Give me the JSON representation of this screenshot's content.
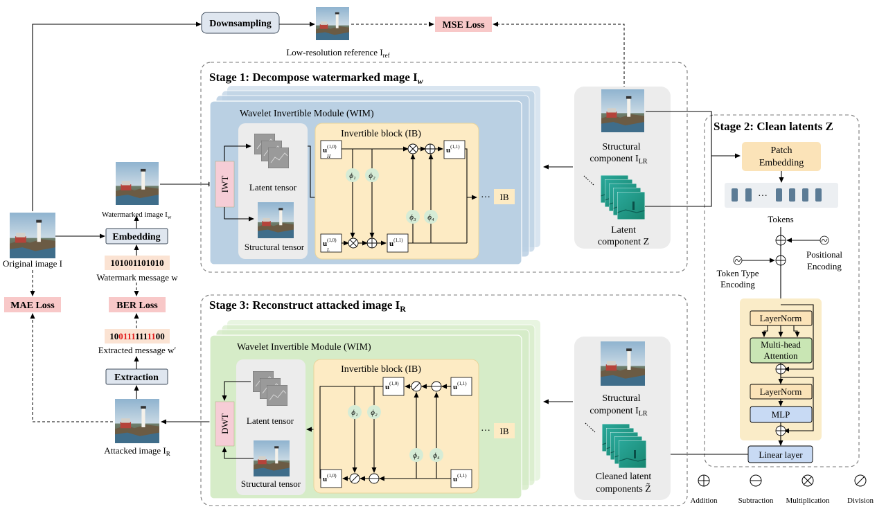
{
  "nodes": {
    "downsampling": "Downsampling",
    "mse_loss": "MSE Loss",
    "low_res_ref": "Low-resolution reference I",
    "low_res_ref_sub": "ref",
    "original_image": "Original image I",
    "watermarked_image": "Watermarked image I",
    "watermarked_image_sub": "w",
    "embedding": "Embedding",
    "watermark_bits": "101001101010",
    "watermark_message": "Watermark message w",
    "mae_loss": "MAE Loss",
    "ber_loss": "BER Loss",
    "extracted_bits_prefix": "10",
    "extracted_bits_red": "0111",
    "extracted_bits_mid": "111",
    "extracted_bits_red2": "11",
    "extracted_bits_suffix": "00",
    "extracted_message": "Extracted message w′",
    "extraction": "Extraction",
    "attacked_image": "Attacked image I",
    "attacked_image_sub": "R"
  },
  "stage1": {
    "title": "Stage 1: Decompose watermarked mage I",
    "title_sub": "w",
    "wim_title": "Wavelet Invertible Module (WIM)",
    "iwt": "IWT",
    "latent_tensor": "Latent tensor",
    "structural_tensor": "Structural tensor",
    "ib_title": "Invertible block (IB)",
    "ib": "IB",
    "ellipsis": "···",
    "structural_component": "Structural",
    "structural_component2": "component I",
    "structural_component_sub": "LR",
    "latent_component": "Latent",
    "latent_component2": "component Z"
  },
  "stage2": {
    "title": "Stage 2: Clean latents Z",
    "patch_embedding_1": "Patch",
    "patch_embedding_2": "Embedding",
    "tokens": "Tokens",
    "positional_1": "Positional",
    "positional_2": "Encoding",
    "token_type_1": "Token Type",
    "token_type_2": "Encoding",
    "layernorm": "LayerNorm",
    "mha_1": "Multi-head",
    "mha_2": "Attention",
    "mlp": "MLP",
    "linear": "Linear layer"
  },
  "stage3": {
    "title": "Stage 3: Reconstruct attacked image I",
    "title_sub": "R",
    "wim_title": "Wavelet Invertible Module  (WIM)",
    "dwt": "DWT",
    "latent_tensor": "Latent tensor",
    "structural_tensor": "Structural tensor",
    "ib_title": "Invertible block (IB)",
    "ib": "IB",
    "ellipsis": "···",
    "structural_component": "Structural",
    "structural_component2": "component I",
    "structural_component_sub": "LR",
    "cleaned_1": "Cleaned latent",
    "cleaned_2": "components Z̃"
  },
  "ops": {
    "phi1": "ϕ₁",
    "phi2": "ϕ₂",
    "phi3": "ϕ₃",
    "phi4": "ϕ₄",
    "u_h_in": "u",
    "u_h_in_sup": "(1,0)",
    "u_h_in_sub": "H",
    "u_l_in": "u",
    "u_l_in_sup": "(1,0)",
    "u_l_in_sub": "L",
    "u_h_out_sup": "(1,1)",
    "u_l_out_sup": "(1,1)"
  },
  "legend": {
    "addition": "Addition",
    "subtraction": "Subtraction",
    "multiplication": "Multiplication",
    "division": "Division"
  },
  "colors": {
    "loss_fill": "#f8c8c8",
    "bits_fill": "#fbe3d3",
    "op_box": "#dfe6ef",
    "stage1_card": "#bad0e3",
    "stage3_card": "#d6ecc8",
    "ib_fill": "#fdebc4",
    "tensor_panel": "#ececec",
    "phi_fill": "#d6ecd6",
    "iwt_fill": "#f6cdd6",
    "mha_fill": "#c9e6b4",
    "mlp_fill": "#c8daf4",
    "layernorm_fill": "#fbe3b8",
    "transformer_bg": "#faecc8",
    "token_fill": "#5b7b95",
    "red_bits": "#e21e1e"
  }
}
